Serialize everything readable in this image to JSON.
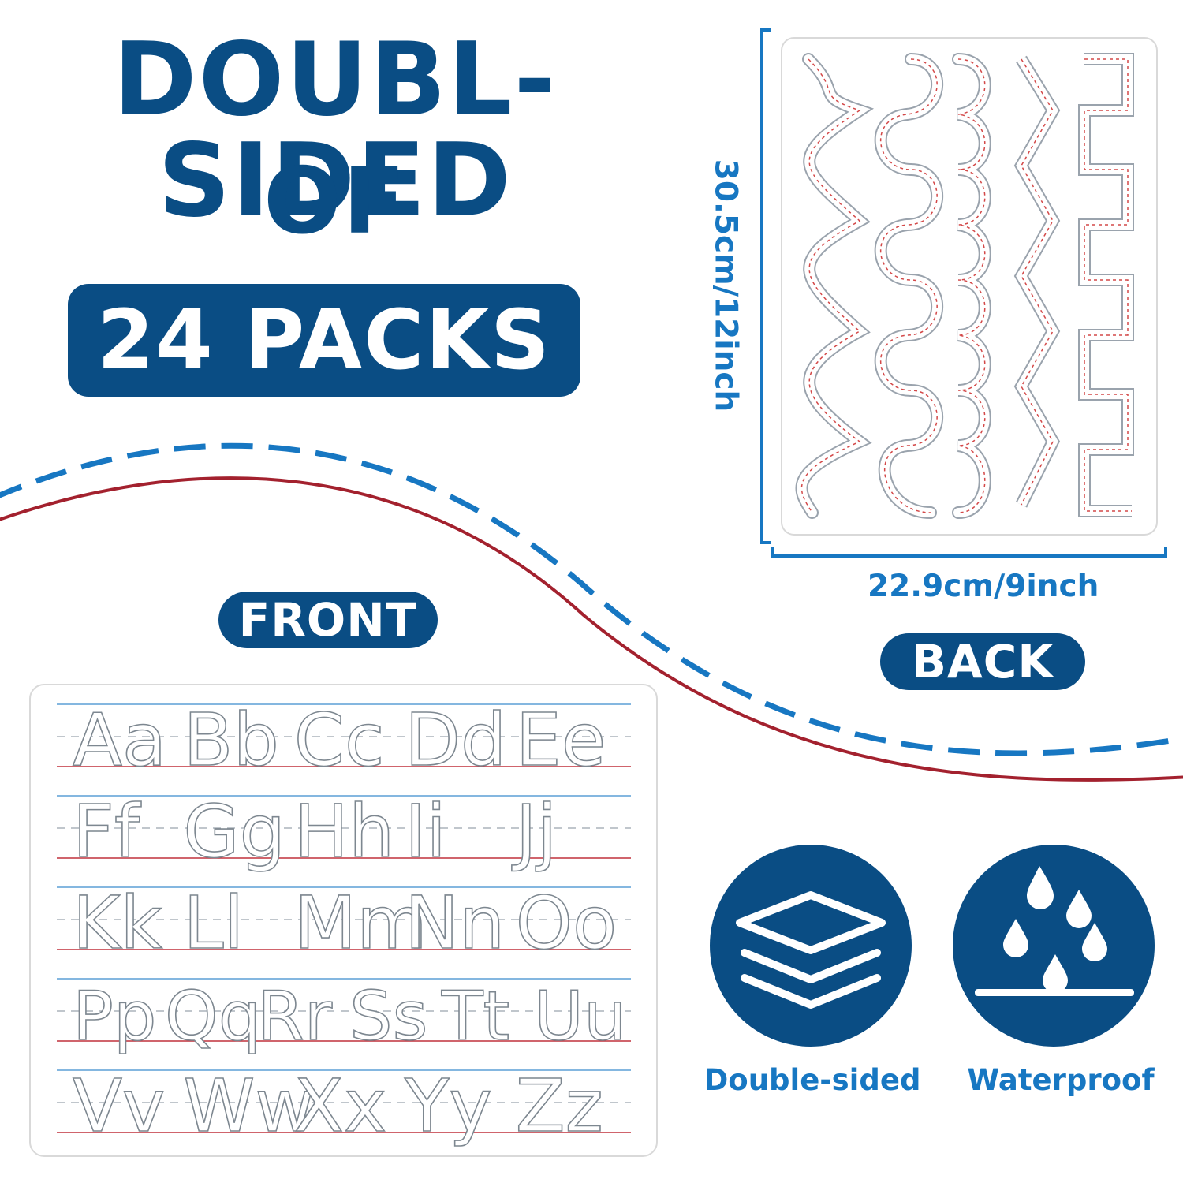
{
  "headline": {
    "line1": "DOUBL-SIDED",
    "line2": "OF",
    "packs": "24 PACKS"
  },
  "sides": {
    "front_label": "FRONT",
    "back_label": "BACK"
  },
  "dimensions": {
    "height": "30.5cm/12inch",
    "width": "22.9cm/9inch"
  },
  "front_board": {
    "letter_rows": [
      [
        "Aa",
        "Bb",
        "Cc",
        "Dd",
        "Ee"
      ],
      [
        "Ff",
        "Gg",
        "Hh",
        "Ii",
        "Jj"
      ],
      [
        "Kk",
        "Ll",
        "Mm",
        "Nn",
        "Oo"
      ],
      [
        "Pp",
        "Qq",
        "Rr",
        "Ss",
        "Tt",
        "Uu"
      ],
      [
        "Vv",
        "Ww",
        "Xx",
        "Yy",
        "Zz"
      ]
    ]
  },
  "features": [
    {
      "label": "Double-sided",
      "icon": "layers-icon"
    },
    {
      "label": "Waterproof",
      "icon": "water-drops-icon"
    }
  ],
  "colors": {
    "navy": "#0a4d84",
    "accent_blue": "#1777c2",
    "red": "#a3212e"
  }
}
